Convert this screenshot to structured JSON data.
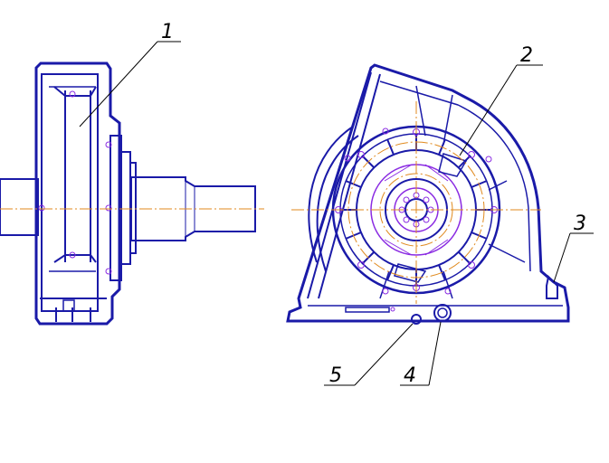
{
  "labels": [
    {
      "id": "1",
      "text": "1"
    },
    {
      "id": "2",
      "text": "2"
    },
    {
      "id": "3",
      "text": "3"
    },
    {
      "id": "4",
      "text": "4"
    },
    {
      "id": "5",
      "text": "5"
    }
  ],
  "colors": {
    "outline": "#1a1aa8",
    "detail": "#8a2be2",
    "centerline": "#e08a1e",
    "leader": "#000000"
  }
}
